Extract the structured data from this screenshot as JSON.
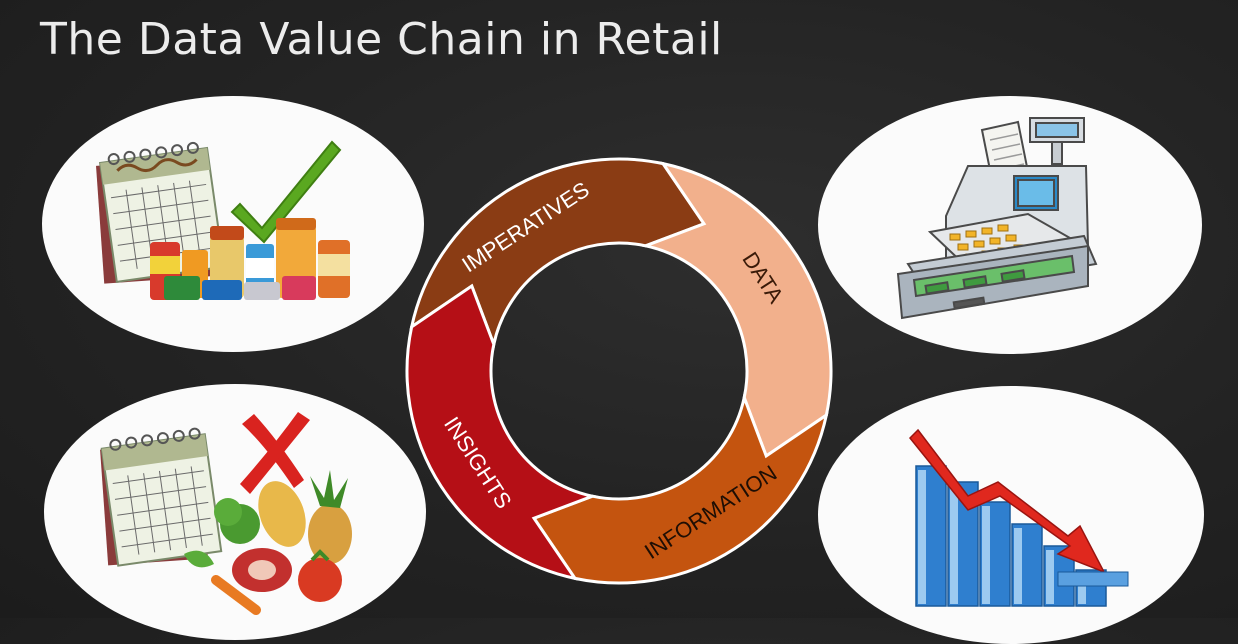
{
  "slide": {
    "title": "The Data Value Chain in Retail"
  },
  "cycle": {
    "segments": [
      {
        "label": "IMPERATIVES",
        "color": "#8a3c14",
        "text_color": "#ffffff"
      },
      {
        "label": "DATA",
        "color": "#f2b08c",
        "text_color": "#3a1a08"
      },
      {
        "label": "INFORMATION",
        "color": "#c4540f",
        "text_color": "#1e0e04"
      },
      {
        "label": "INSIGHTS",
        "color": "#b50f16",
        "text_color": "#ffffff"
      }
    ]
  },
  "images": {
    "top_left": "calendar-groceries-checkmark-image",
    "bottom_left": "calendar-fresh-produce-cross-image",
    "top_right": "cash-register-image",
    "bottom_right": "declining-bar-chart-image"
  },
  "colors": {
    "background": "#242424",
    "title": "#ececec",
    "oval": "#fbfbfb",
    "check": "#5aa820",
    "cross": "#d9231f",
    "arrow": "#e0281e",
    "bars": "#2f7fcf"
  }
}
